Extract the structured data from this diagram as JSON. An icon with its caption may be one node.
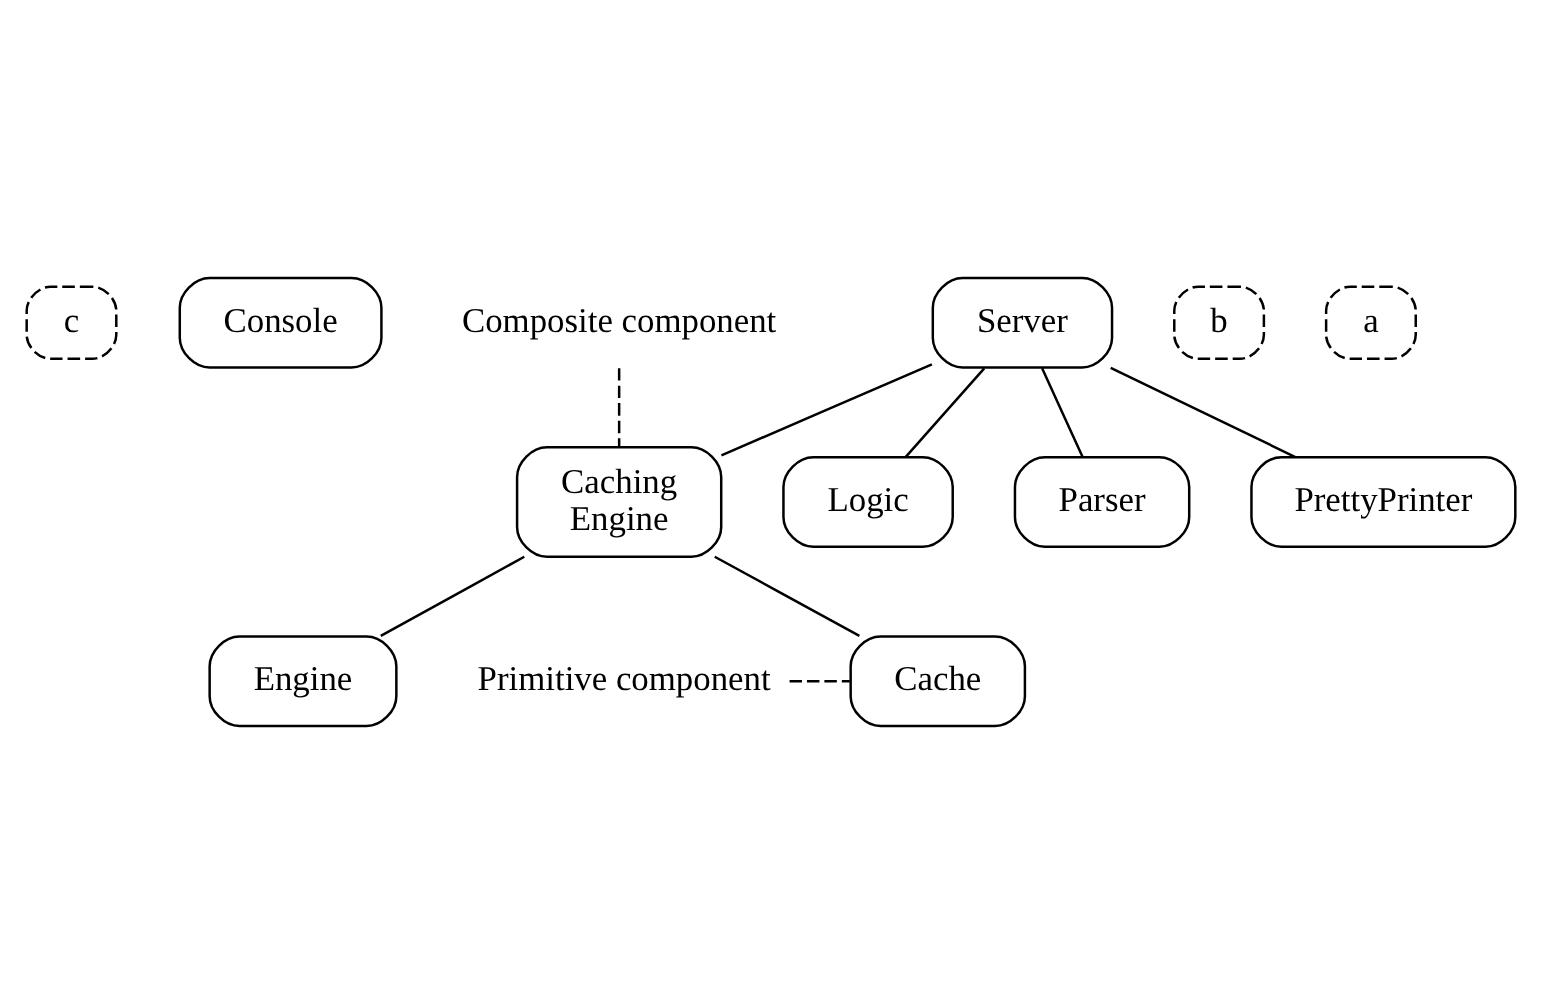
{
  "diagram": {
    "nodes": [
      {
        "text": [
          "c"
        ]
      },
      {
        "text": [
          "Console"
        ]
      },
      {
        "text": [
          "Server"
        ]
      },
      {
        "text": [
          "b"
        ]
      },
      {
        "text": [
          "Logic"
        ]
      },
      {
        "text": [
          "Caching",
          "Engine"
        ]
      },
      {
        "text": [
          "Parser"
        ]
      },
      {
        "text": [
          "PrettyPrinter"
        ]
      },
      {
        "text": [
          "a"
        ]
      },
      {
        "text": [
          "Composite component"
        ]
      },
      {
        "text": [
          "Engine"
        ]
      },
      {
        "text": [
          "Cache"
        ]
      },
      {
        "text": [
          "Primitive component"
        ]
      }
    ],
    "edges": [
      {
        "from": 2,
        "to": 4,
        "arrow": "none"
      },
      {
        "from": 2,
        "to": 5,
        "arrow": "none"
      },
      {
        "from": 2,
        "to": 6,
        "arrow": "none"
      },
      {
        "from": 2,
        "to": 7,
        "arrow": "none"
      },
      {
        "from": 5,
        "to": 10,
        "arrow": "none"
      },
      {
        "from": 5,
        "to": 11,
        "arrow": "none"
      },
      {
        "from": 9,
        "to": 5,
        "arrow": "none",
        "style": "dashed"
      },
      {
        "from": 12,
        "to": 11,
        "arrow": "none",
        "style": "dashed"
      }
    ]
  }
}
